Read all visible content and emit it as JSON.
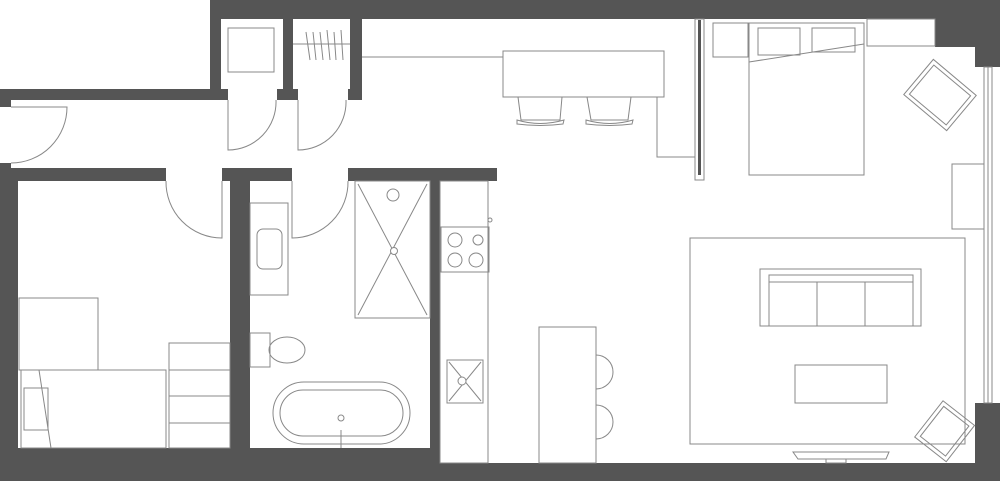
{
  "diagram": {
    "type": "floor-plan",
    "wall_color": "#555555",
    "line_color": "#888888",
    "background": "#ffffff",
    "rooms": [
      "entry-hall",
      "closet-1",
      "closet-2",
      "bedroom-small",
      "bathroom",
      "kitchen",
      "living-dining",
      "sleeping-area"
    ]
  }
}
